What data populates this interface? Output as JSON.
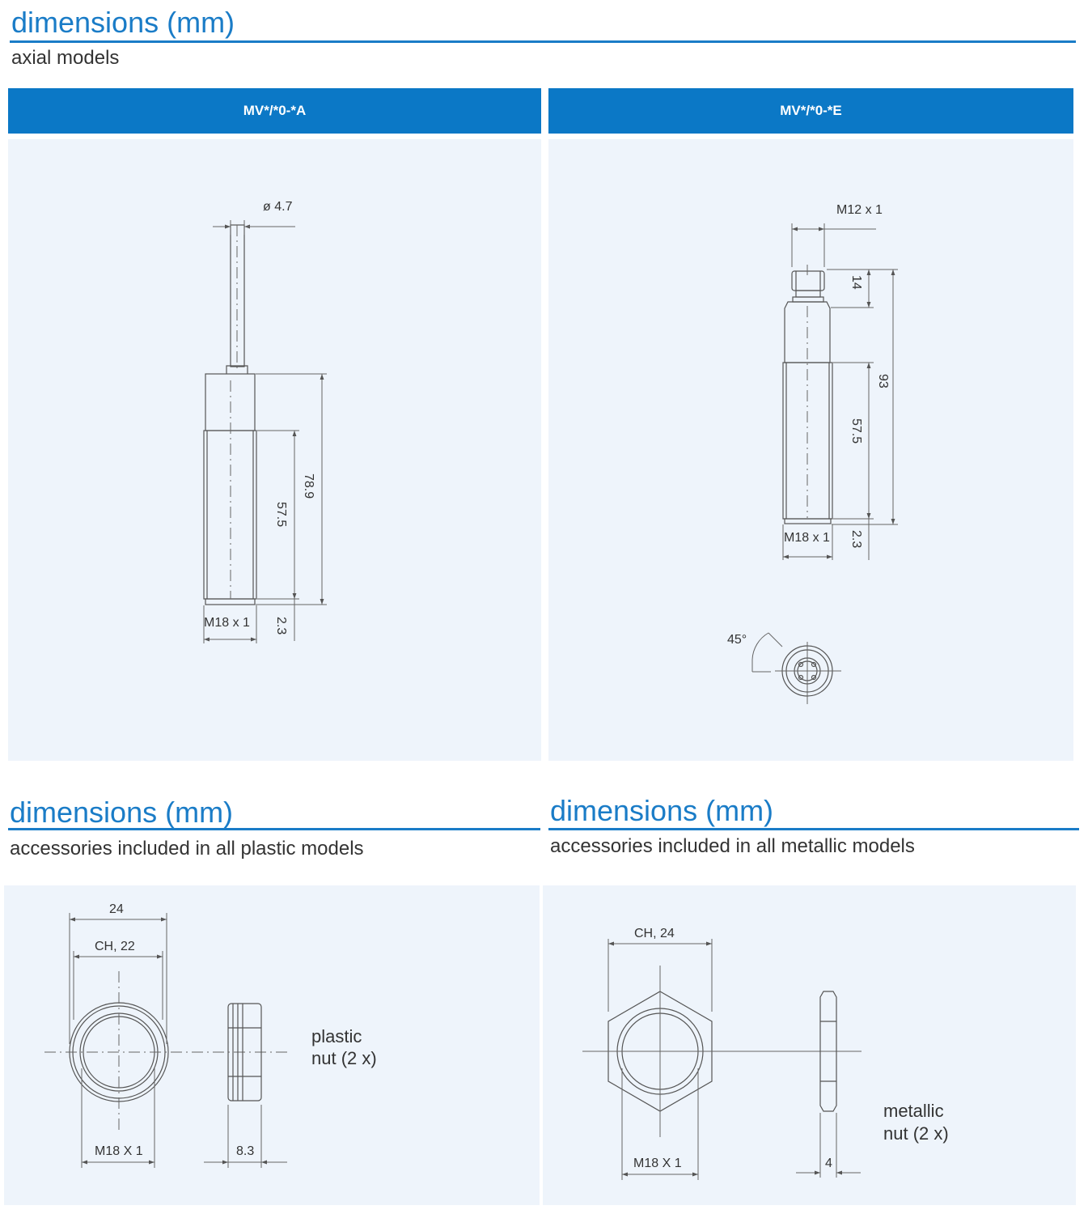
{
  "sections": {
    "axial": {
      "title": "dimensions (mm)",
      "subtitle": "axial models"
    },
    "plastic": {
      "title": "dimensions (mm)",
      "subtitle": "accessories included in all plastic models"
    },
    "metallic": {
      "title": "dimensions (mm)",
      "subtitle": "accessories included in all metallic models"
    }
  },
  "models": {
    "cable": {
      "header": "MV*/*0-*A",
      "dims": {
        "diameter": "ø 4.7",
        "total": "78.9",
        "body": "57.5",
        "thread_len": "2.3",
        "thread": "M18 x 1"
      }
    },
    "connector": {
      "header": "MV*/*0-*E",
      "dims": {
        "connector_thread": "M12 x 1",
        "connector_len": "14",
        "total": "93",
        "body": "57.5",
        "thread_len": "2.3",
        "thread": "M18 x 1",
        "angle": "45°"
      }
    }
  },
  "accessories": {
    "plastic_nut": {
      "outer": "24",
      "hex": "CH, 22",
      "thread": "M18 X 1",
      "thickness": "8.3",
      "label_line1": "plastic",
      "label_line2": "nut (2 x)"
    },
    "metallic_nut": {
      "hex": "CH, 24",
      "thread": "M18 X 1",
      "thickness": "4",
      "label_line1": "metallic",
      "label_line2": "nut (2 x)"
    }
  }
}
